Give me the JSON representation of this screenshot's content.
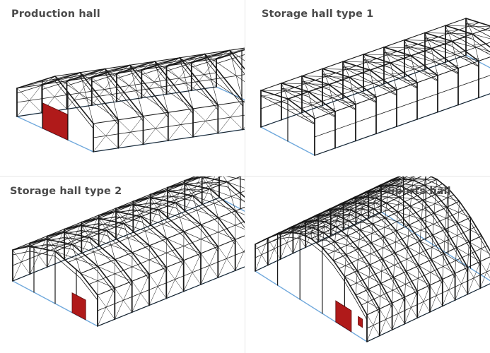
{
  "halls": [
    {
      "title": "Production hall",
      "color_frame": "#1a1a1a",
      "color_floor": "#6fa8dc",
      "color_door": "#b01a1a"
    },
    {
      "title": "Storage hall type 1",
      "color_frame": "#1a1a1a",
      "color_floor": "#6fa8dc",
      "color_door": "#b01a1a"
    },
    {
      "title": "Storage hall type 2",
      "color_frame": "#1a1a1a",
      "color_floor": "#6fa8dc",
      "color_door": "#b01a1a"
    },
    {
      "title": "Sports hall",
      "color_frame": "#1a1a1a",
      "color_floor": "#6fa8dc",
      "color_door": "#b01a1a"
    }
  ]
}
